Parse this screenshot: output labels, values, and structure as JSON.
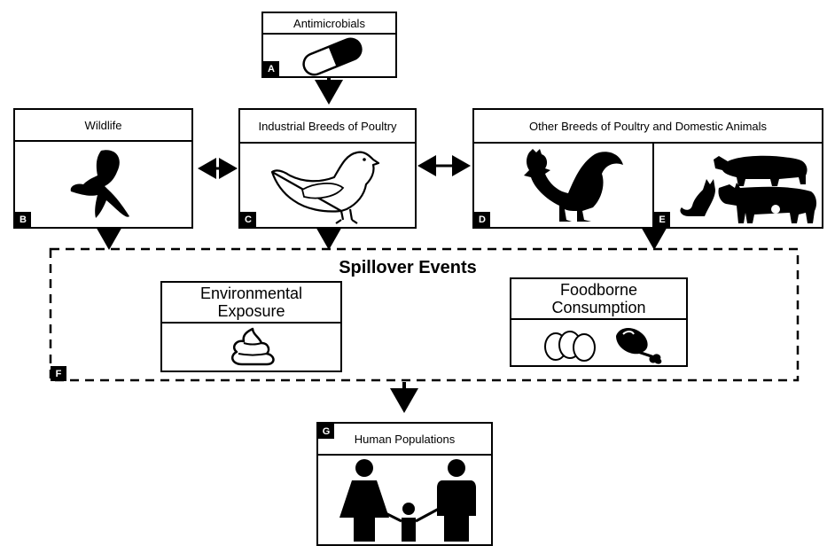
{
  "nodes": {
    "antimicrobials": {
      "label": "Antimicrobials",
      "tag": "A"
    },
    "wildlife": {
      "label": "Wildlife",
      "tag": "B"
    },
    "industrial": {
      "label": "Industrial Breeds of Poultry",
      "tag": "C"
    },
    "other": {
      "label": "Other Breeds of Poultry and Domestic Animals",
      "tag_d": "D",
      "tag_e": "E"
    },
    "spillover": {
      "title": "Spillover Events",
      "tag": "F"
    },
    "environmental": {
      "label": "Environmental Exposure"
    },
    "foodborne": {
      "label": "Foodborne Consumption"
    },
    "human": {
      "label": "Human Populations",
      "tag": "G"
    }
  },
  "icons": [
    "pill-icon",
    "bird-of-prey-icon",
    "hen-icon",
    "rooster-icon",
    "pig-icon",
    "cat-icon",
    "cow-icon",
    "feces-icon",
    "eggs-icon",
    "drumstick-icon",
    "family-icon"
  ],
  "colors": {
    "line": "#000000",
    "background": "#ffffff"
  }
}
